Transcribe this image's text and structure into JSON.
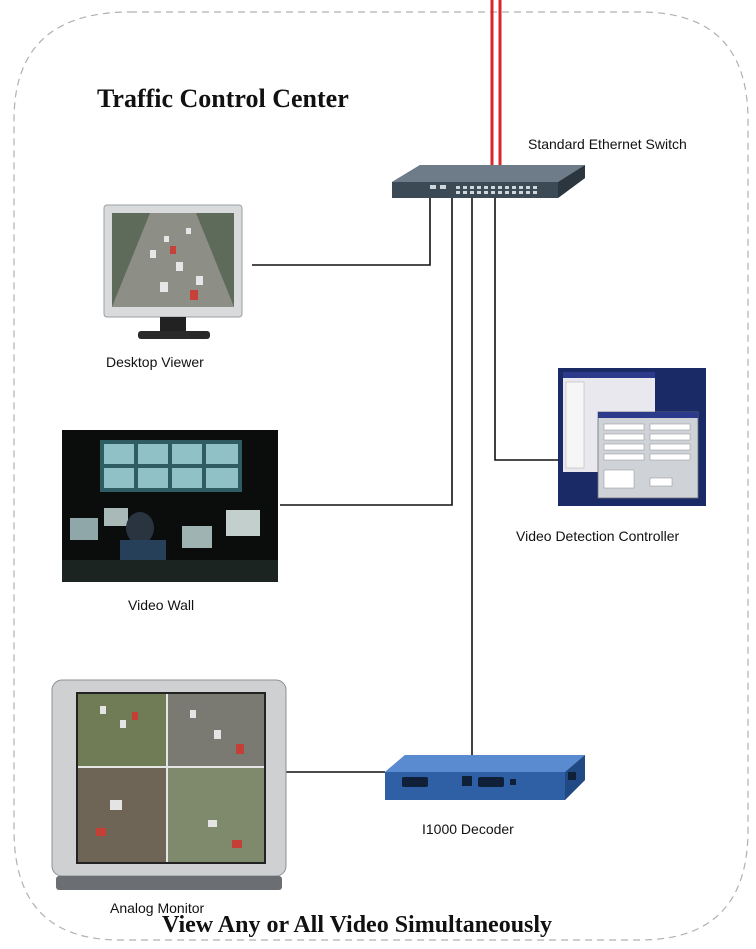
{
  "diagram": {
    "title": "Traffic Control Center",
    "footer": "View Any or All Video Simultaneously",
    "nodes": {
      "switch": {
        "label": "Standard Ethernet Switch"
      },
      "desktop": {
        "label": "Desktop Viewer"
      },
      "video_wall": {
        "label": "Video Wall"
      },
      "controller": {
        "label": "Video Detection Controller"
      },
      "decoder": {
        "label": "I1000 Decoder"
      },
      "analog": {
        "label": "Analog Monitor"
      }
    },
    "colors": {
      "boundary": "#b0b0b0",
      "uplink": "#d9252b",
      "connector": "#111111",
      "switch_body": "#3b4a55",
      "decoder_body": "#2f5fa5"
    }
  }
}
